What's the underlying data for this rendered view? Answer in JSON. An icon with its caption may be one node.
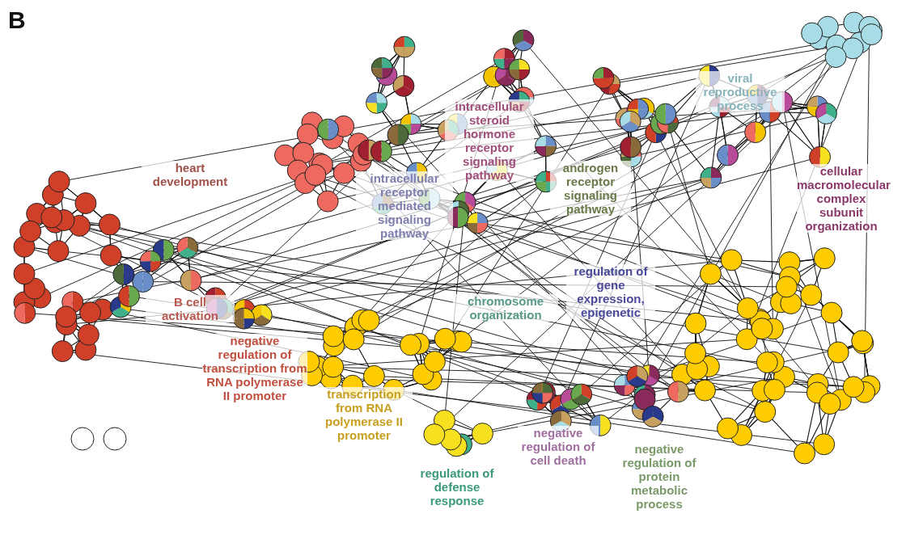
{
  "diagram": {
    "labels": [
      "B",
      "viral reproductive process",
      "intracellular steroid hormone receptor signaling pathway",
      "heart development",
      "androgen receptor signaling pathway",
      "intracellular receptor mediated signaling pathway",
      "cellular macromolecular complex subunit organization",
      "regulation of gene expression, epigenetic",
      "chromosome organization",
      "B cell activation",
      "negative regulation of transcription from RNA polymerase II promoter",
      "transcription from RNA polymerase II promoter",
      "negative regulation of cell death",
      "regulation of defense response",
      "negative regulation of protein metabolic process"
    ]
  }
}
